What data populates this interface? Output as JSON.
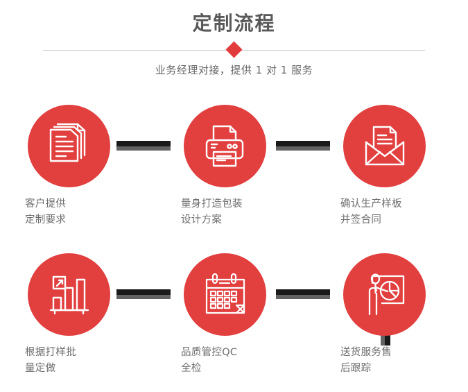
{
  "header": {
    "title": "定制流程",
    "subtitle": "业务经理对接，提供 1 对 1 服务",
    "divider_icon": "diamond-marker",
    "accent_color": "#e23b3b",
    "title_color": "#595959",
    "divider_color": "#cfcfcf"
  },
  "flow": {
    "circle_color": "#e23f3f",
    "connector_dark_color": "#1a1a1a",
    "connector_gray_color": "#636363",
    "label_color": "#6d6d6d",
    "steps": [
      {
        "index": 1,
        "icon": "documents-stack-icon",
        "line1": "客户提供",
        "line2": "定制要求"
      },
      {
        "index": 2,
        "icon": "printer-icon",
        "line1": "量身打造包装",
        "line2": "设计方案"
      },
      {
        "index": 3,
        "icon": "envelope-document-icon",
        "line1": "确认生产样板",
        "line2": "并签合同"
      },
      {
        "index": 4,
        "icon": "bar-chart-growth-icon",
        "line1": "根据打样批",
        "line2": "量定做"
      },
      {
        "index": 5,
        "icon": "calendar-icon",
        "line1": "品质管控QC",
        "line2": "全检"
      },
      {
        "index": 6,
        "icon": "presenter-pie-chart-icon",
        "line1": "送货服务售",
        "line2": "后跟踪"
      }
    ],
    "connectors": [
      {
        "name": "connector-step1-step2",
        "orientation": "horizontal"
      },
      {
        "name": "connector-step2-step3",
        "orientation": "horizontal"
      },
      {
        "name": "connector-step3-step6",
        "orientation": "vertical"
      },
      {
        "name": "connector-step4-step5",
        "orientation": "horizontal"
      },
      {
        "name": "connector-step5-step6",
        "orientation": "horizontal"
      }
    ]
  }
}
